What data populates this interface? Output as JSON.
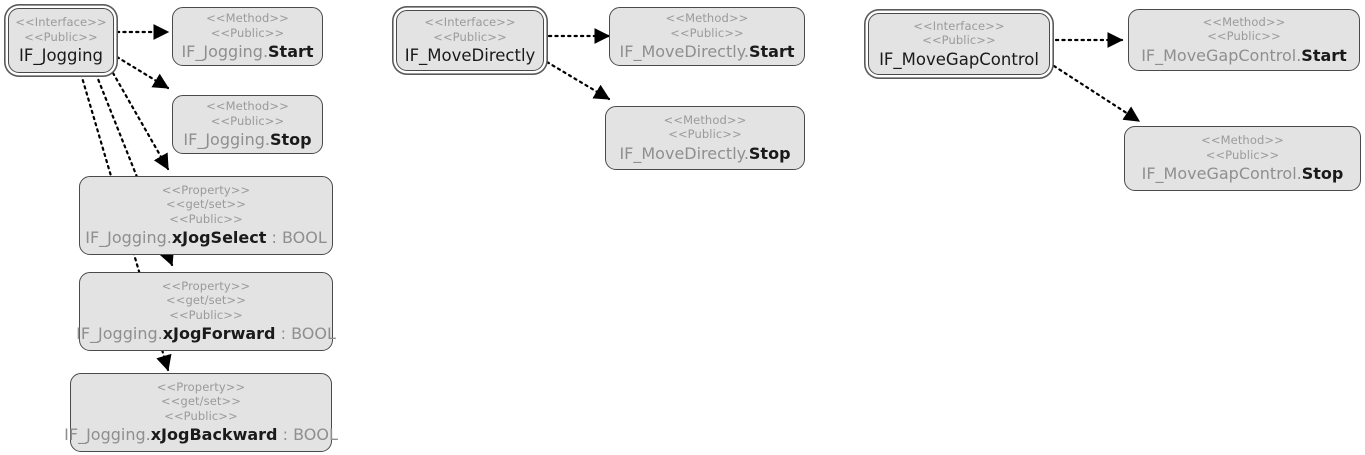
{
  "diagram": {
    "type": "uml-class-diagram",
    "background": "#ffffff",
    "node_fill": "#e3e3e3",
    "node_border": "#4a4a4a",
    "stereotype_color": "#9a9a9a",
    "owner_text_color": "#8f8f8f",
    "member_text_color": "#1a1a1a",
    "edge_style": "dotted",
    "arrowhead": "solid-filled-triangle"
  },
  "clusters": [
    {
      "name": "jogging-cluster",
      "interface": {
        "id": "if-jogging",
        "stereotypes": [
          "<<Interface>>",
          "<<Public>>"
        ],
        "name": "IF_Jogging"
      },
      "members": [
        {
          "id": "if-jogging-start",
          "kind": "method",
          "stereotypes": [
            "<<Method>>",
            "<<Public>>"
          ],
          "owner": "IF_Jogging.",
          "member": "Start",
          "type": ""
        },
        {
          "id": "if-jogging-stop",
          "kind": "method",
          "stereotypes": [
            "<<Method>>",
            "<<Public>>"
          ],
          "owner": "IF_Jogging.",
          "member": "Stop",
          "type": ""
        },
        {
          "id": "if-jogging-xjogselect",
          "kind": "property",
          "stereotypes": [
            "<<Property>>",
            "<<get/set>>",
            "<<Public>>"
          ],
          "owner": "IF_Jogging.",
          "member": "xJogSelect",
          "type": " : BOOL"
        },
        {
          "id": "if-jogging-xjogforward",
          "kind": "property",
          "stereotypes": [
            "<<Property>>",
            "<<get/set>>",
            "<<Public>>"
          ],
          "owner": "IF_Jogging.",
          "member": "xJogForward",
          "type": " : BOOL"
        },
        {
          "id": "if-jogging-xjogbackward",
          "kind": "property",
          "stereotypes": [
            "<<Property>>",
            "<<get/set>>",
            "<<Public>>"
          ],
          "owner": "IF_Jogging.",
          "member": "xJogBackward",
          "type": " : BOOL"
        }
      ]
    },
    {
      "name": "movedirectly-cluster",
      "interface": {
        "id": "if-movedirectly",
        "stereotypes": [
          "<<Interface>>",
          "<<Public>>"
        ],
        "name": "IF_MoveDirectly"
      },
      "members": [
        {
          "id": "if-movedirectly-start",
          "kind": "method",
          "stereotypes": [
            "<<Method>>",
            "<<Public>>"
          ],
          "owner": "IF_MoveDirectly.",
          "member": "Start",
          "type": ""
        },
        {
          "id": "if-movedirectly-stop",
          "kind": "method",
          "stereotypes": [
            "<<Method>>",
            "<<Public>>"
          ],
          "owner": "IF_MoveDirectly.",
          "member": "Stop",
          "type": ""
        }
      ]
    },
    {
      "name": "movegapcontrol-cluster",
      "interface": {
        "id": "if-movegapcontrol",
        "stereotypes": [
          "<<Interface>>",
          "<<Public>>"
        ],
        "name": "IF_MoveGapControl"
      },
      "members": [
        {
          "id": "if-movegapcontrol-start",
          "kind": "method",
          "stereotypes": [
            "<<Method>>",
            "<<Public>>"
          ],
          "owner": "IF_MoveGapControl.",
          "member": "Start",
          "type": ""
        },
        {
          "id": "if-movegapcontrol-stop",
          "kind": "method",
          "stereotypes": [
            "<<Method>>",
            "<<Public>>"
          ],
          "owner": "IF_MoveGapControl.",
          "member": "Stop",
          "type": ""
        }
      ]
    }
  ]
}
